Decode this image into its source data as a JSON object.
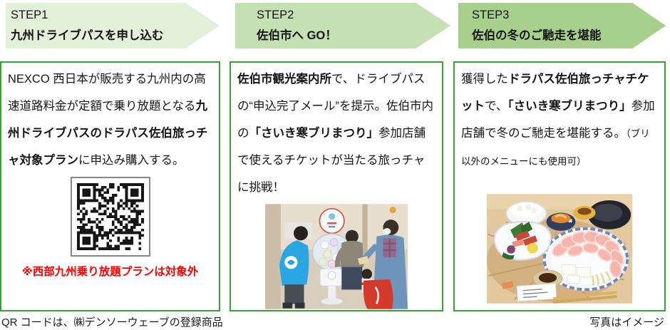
{
  "steps": [
    {
      "step_label": "STEP1",
      "title": "九州ドライブパスを申し込む",
      "paragraph": [
        {
          "text": "NEXCO 西日本が販売する九州内の高速道路料金が定額で乗り放題となる"
        },
        {
          "text": "九州ドライブパスのドラパス佐伯旅っチャ対象プラン",
          "bold": true
        },
        {
          "text": "に申込み購入する。"
        }
      ],
      "note": "※西部九州乗り放題プランは対象外"
    },
    {
      "step_label": "STEP2",
      "title": "佐伯市へ GO！",
      "paragraph": [
        {
          "text": "佐伯市観光案内所",
          "bold": true
        },
        {
          "text": "で、ドライブパスの“申込完了メール”を提示。佐伯市内の"
        },
        {
          "text": "「さいき寒ブリまつり」",
          "bold": true
        },
        {
          "text": "参加店舗で使えるチケットが当たる旅っチャに挑戦！"
        }
      ]
    },
    {
      "step_label": "STEP3",
      "title": "佐伯の冬のご馳走を堪能",
      "paragraph": [
        {
          "text": "獲得した"
        },
        {
          "text": "ドラパス佐伯旅っチャチケット",
          "bold": true
        },
        {
          "text": "で、"
        },
        {
          "text": "「さいき寒ブリまつり」",
          "bold": true
        },
        {
          "text": "参加店舗で冬のご馳走を堪能する。"
        },
        {
          "text": "（ブリ以外のメニューにも使用可）",
          "small": true
        }
      ]
    }
  ],
  "footnotes": {
    "qr_note": "QR コードは、㈱デンソーウェーブの登録商品",
    "photo_note": "写真はイメージ"
  },
  "images": {
    "qr": "qr-code",
    "step2_photo": "visitors-playing-capsule-lottery-at-tourist-office",
    "step3_photo": "winter-buri-yellowtail-meal-set"
  },
  "colors": {
    "arrow_step1": "#e2efd9",
    "arrow_step2": "#c5e0b3",
    "arrow_step3": "#a8d08d",
    "box_border": "#35a32f",
    "note_red": "#ff0000"
  }
}
